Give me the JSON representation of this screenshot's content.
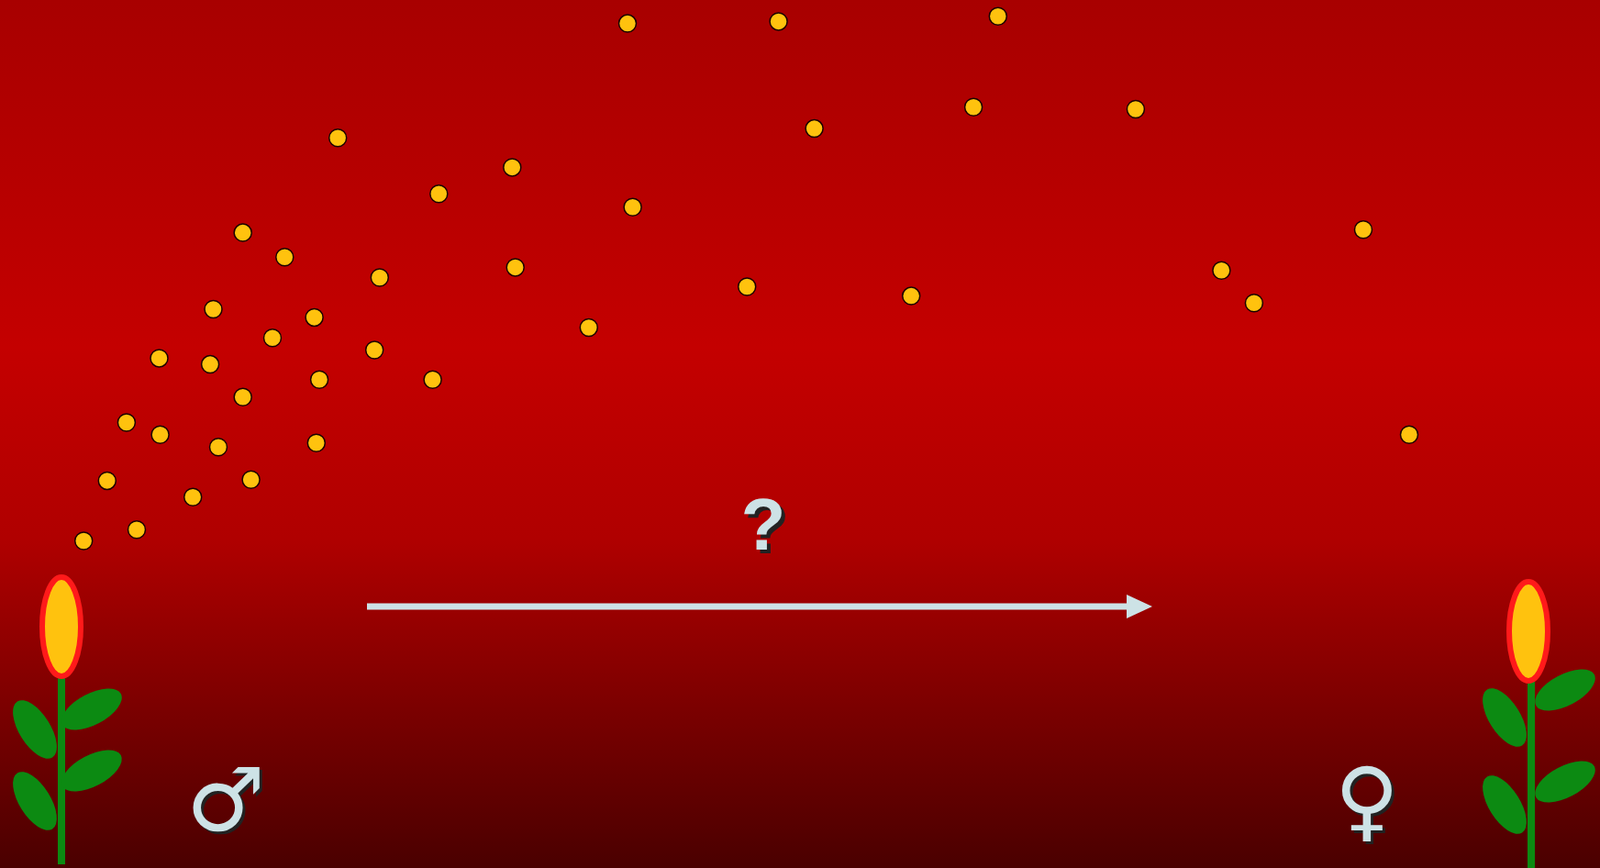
{
  "diagram": {
    "labels": [
      "?",
      "♂",
      "♀"
    ]
  }
}
